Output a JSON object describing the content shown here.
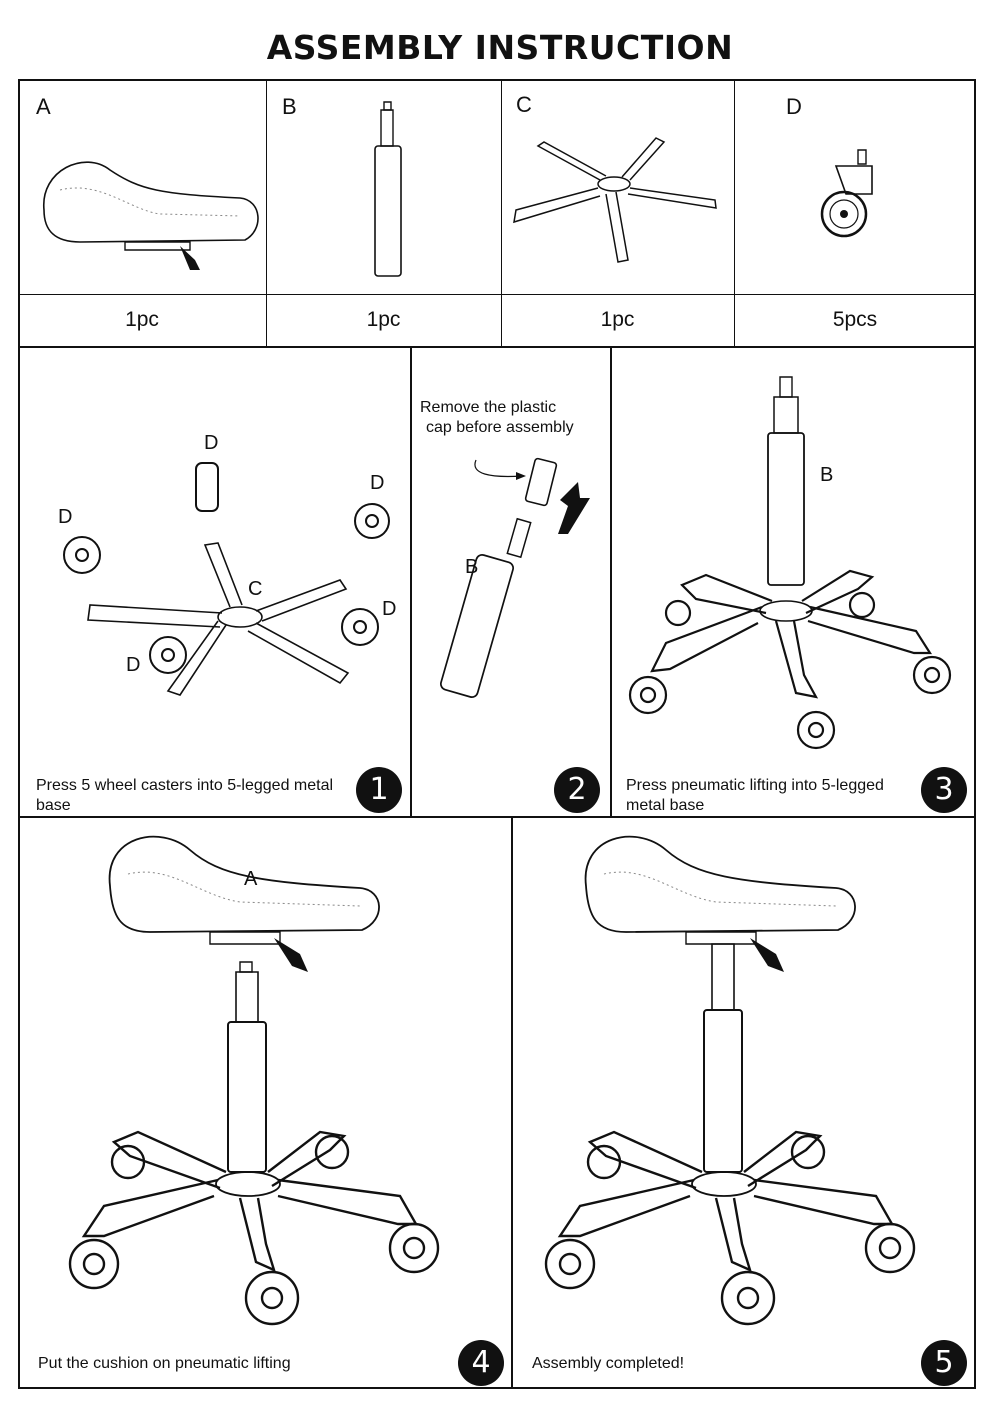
{
  "title": "ASSEMBLY INSTRUCTION",
  "parts": [
    {
      "letter": "A",
      "qty": "1pc",
      "icon": "seat-cushion-icon"
    },
    {
      "letter": "B",
      "qty": "1pc",
      "icon": "gas-lift-cylinder-icon"
    },
    {
      "letter": "C",
      "qty": "1pc",
      "icon": "five-leg-base-icon"
    },
    {
      "letter": "D",
      "qty": "5pcs",
      "icon": "caster-wheel-icon"
    }
  ],
  "steps": [
    {
      "number": "1",
      "caption": "Press 5 wheel casters into 5-legged metal base",
      "labels": {
        "d1": "D",
        "d2": "D",
        "d3": "D",
        "d4": "D",
        "d5": "D",
        "c": "C"
      }
    },
    {
      "number": "2",
      "caption": "",
      "note_line1": "Remove the plastic",
      "note_line2": "cap before assembly",
      "labels": {
        "b": "B"
      }
    },
    {
      "number": "3",
      "caption": "Press pneumatic lifting into 5-legged metal base",
      "labels": {
        "b": "B"
      }
    },
    {
      "number": "4",
      "caption": "Put the cushion on pneumatic lifting",
      "labels": {
        "a": "A"
      }
    },
    {
      "number": "5",
      "caption": "Assembly completed!"
    }
  ],
  "colors": {
    "ink": "#111111",
    "paper": "#ffffff",
    "seam": "#888888"
  }
}
